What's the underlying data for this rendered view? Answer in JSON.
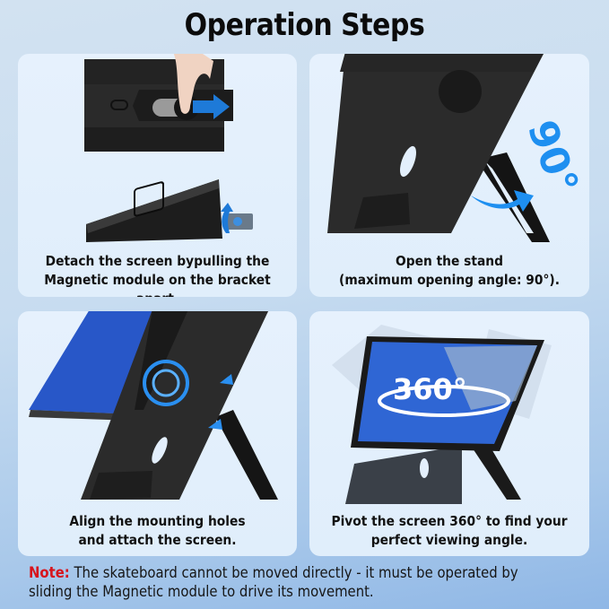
{
  "title": "Operation Steps",
  "steps": [
    {
      "caption_line1": "Detach the screen bypulling the",
      "caption_line2": "Magnetic module on the bracket apart.",
      "illustration": "stand-detach-magnetic-module"
    },
    {
      "caption_line1": "Open the stand",
      "caption_line2": "(maximum opening angle: 90°).",
      "illustration": "stand-open-angle",
      "badge": "90°"
    },
    {
      "caption_line1": "Align the mounting holes",
      "caption_line2": "and attach the screen.",
      "illustration": "attach-screen-magnetic"
    },
    {
      "caption_line1": "Pivot the screen 360° to find your",
      "caption_line2": "perfect viewing angle.",
      "illustration": "pivot-screen-rotate",
      "badge": "360°"
    }
  ],
  "note": {
    "label": "Note:",
    "text": " The skateboard cannot be moved directly - it must be operated by sliding the Magnetic module to drive its movement."
  },
  "colors": {
    "accent_blue": "#1e90f0",
    "note_red": "#d7141c",
    "card_bg": "#e3effc"
  }
}
